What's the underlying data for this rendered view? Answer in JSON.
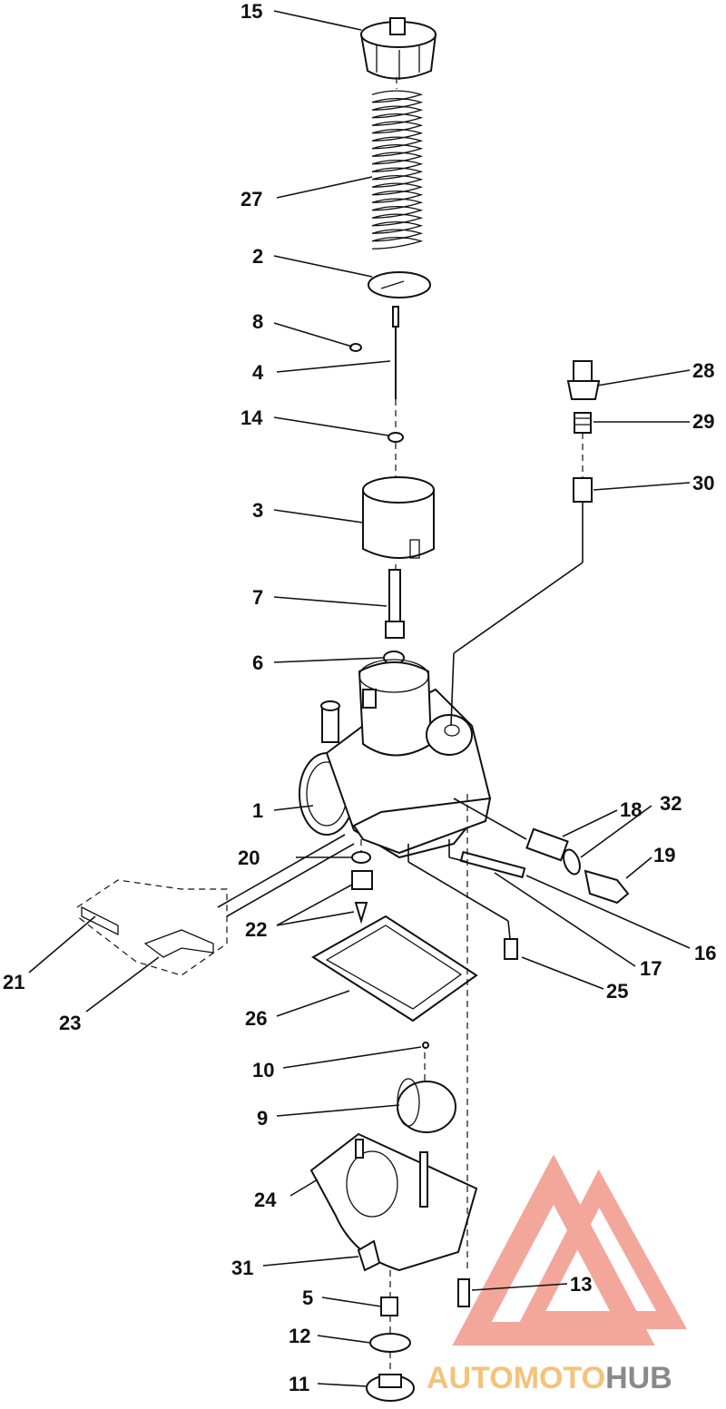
{
  "callouts": {
    "c15": "15",
    "c27": "27",
    "c2": "2",
    "c8": "8",
    "c4": "4",
    "c14": "14",
    "c3": "3",
    "c7": "7",
    "c6": "6",
    "c1": "1",
    "c20": "20",
    "c22": "22",
    "c21": "21",
    "c23": "23",
    "c26": "26",
    "c10": "10",
    "c9": "9",
    "c24": "24",
    "c31": "31",
    "c5": "5",
    "c12": "12",
    "c11": "11",
    "c28": "28",
    "c29": "29",
    "c30": "30",
    "c18": "18",
    "c32": "32",
    "c19": "19",
    "c16": "16",
    "c17": "17",
    "c25": "25",
    "c13": "13"
  },
  "watermark": {
    "part1": "AUTOMOTO",
    "part2": "HUB",
    "color_primary": "#f08a7a",
    "color_accent": "#f5c27a",
    "color_secondary": "#8a8a8a"
  }
}
